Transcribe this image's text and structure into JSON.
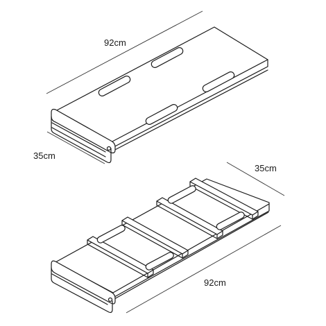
{
  "top_board": {
    "length_label": "92cm",
    "width_label": "35cm"
  },
  "bottom_board": {
    "length_label": "92cm",
    "width_label": "35cm"
  },
  "colors": {
    "stroke": "#1a1a1a",
    "background": "#ffffff"
  }
}
